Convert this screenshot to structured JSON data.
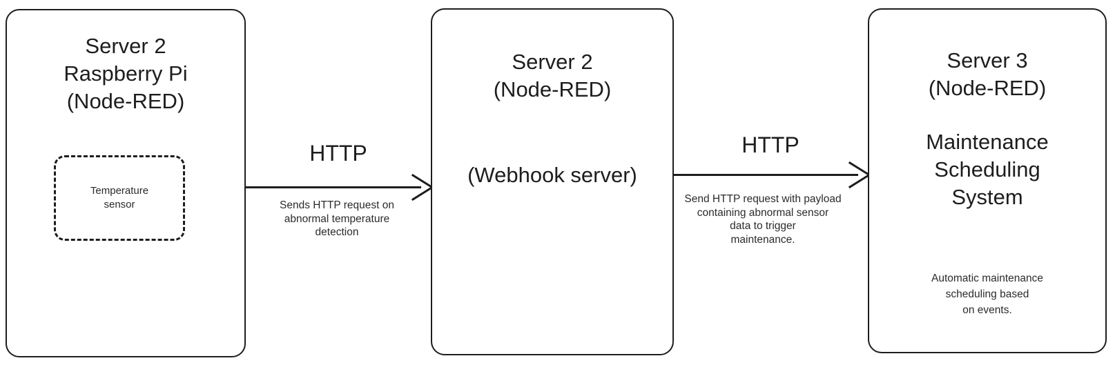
{
  "diagram": {
    "background_color": "#ffffff",
    "stroke_color": "#1d1d1d",
    "text_color": "#2b2b2b",
    "nodes": [
      {
        "id": "raspberry-pi",
        "title": "Server 2\nRaspberry Pi\n(Node-RED)",
        "sub": {
          "id": "temperature-sensor",
          "label": "Temperature\nsensor",
          "border_style": "dashed"
        }
      },
      {
        "id": "webhook-server",
        "title": "Server 2\n(Node-RED)",
        "subtitle": "(Webhook server)"
      },
      {
        "id": "maintenance-system",
        "title": "Server 3\n(Node-RED)",
        "heading": "Maintenance\nScheduling\nSystem",
        "caption": "Automatic maintenance\nscheduling based\non events."
      }
    ],
    "edges": [
      {
        "id": "pi-to-webhook",
        "label": "HTTP",
        "caption": "Sends HTTP request on\nabnormal temperature\ndetection",
        "direction": "right"
      },
      {
        "id": "webhook-to-maintenance",
        "label": "HTTP",
        "caption": "Send HTTP request with payload\ncontaining abnormal sensor\ndata to trigger\nmaintenance.",
        "direction": "right"
      }
    ]
  }
}
